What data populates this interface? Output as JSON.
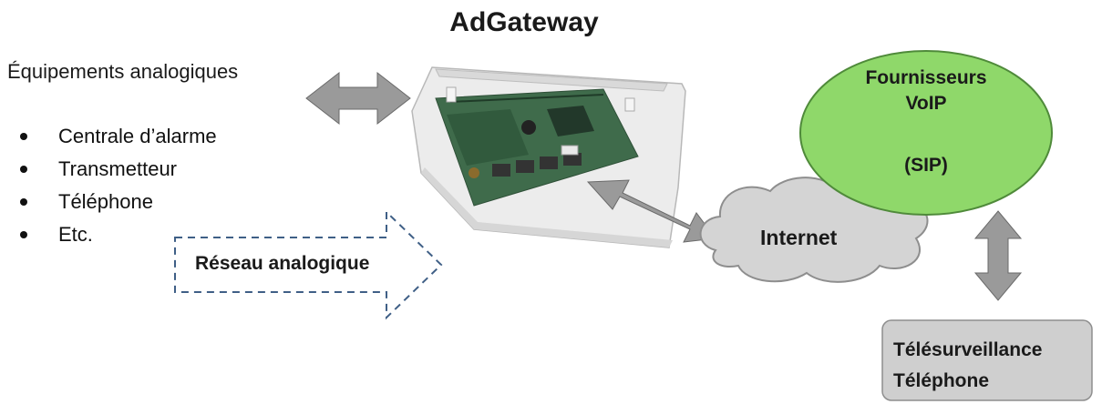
{
  "title": "AdGateway",
  "equipment": {
    "heading": "Équipements analogiques",
    "items": [
      "Centrale d’alarme",
      "Transmetteur",
      "Téléphone",
      "Etc."
    ]
  },
  "analog_network": {
    "label": "Réseau analogique"
  },
  "providers": {
    "line1": "Fournisseurs",
    "line2": "VoIP",
    "line3": "(SIP)"
  },
  "internet": {
    "label": "Internet"
  },
  "monitoring": {
    "line1": "Télésurveillance",
    "line2": "Téléphone"
  },
  "colors": {
    "provider_fill": "#8fd86a",
    "provider_stroke": "#4f8a3a",
    "cloud_fill": "#d4d4d4",
    "arrow_fill": "#9a9a9a",
    "dashed_stroke": "#3f5f86",
    "box_fill": "#cfcfcf"
  }
}
